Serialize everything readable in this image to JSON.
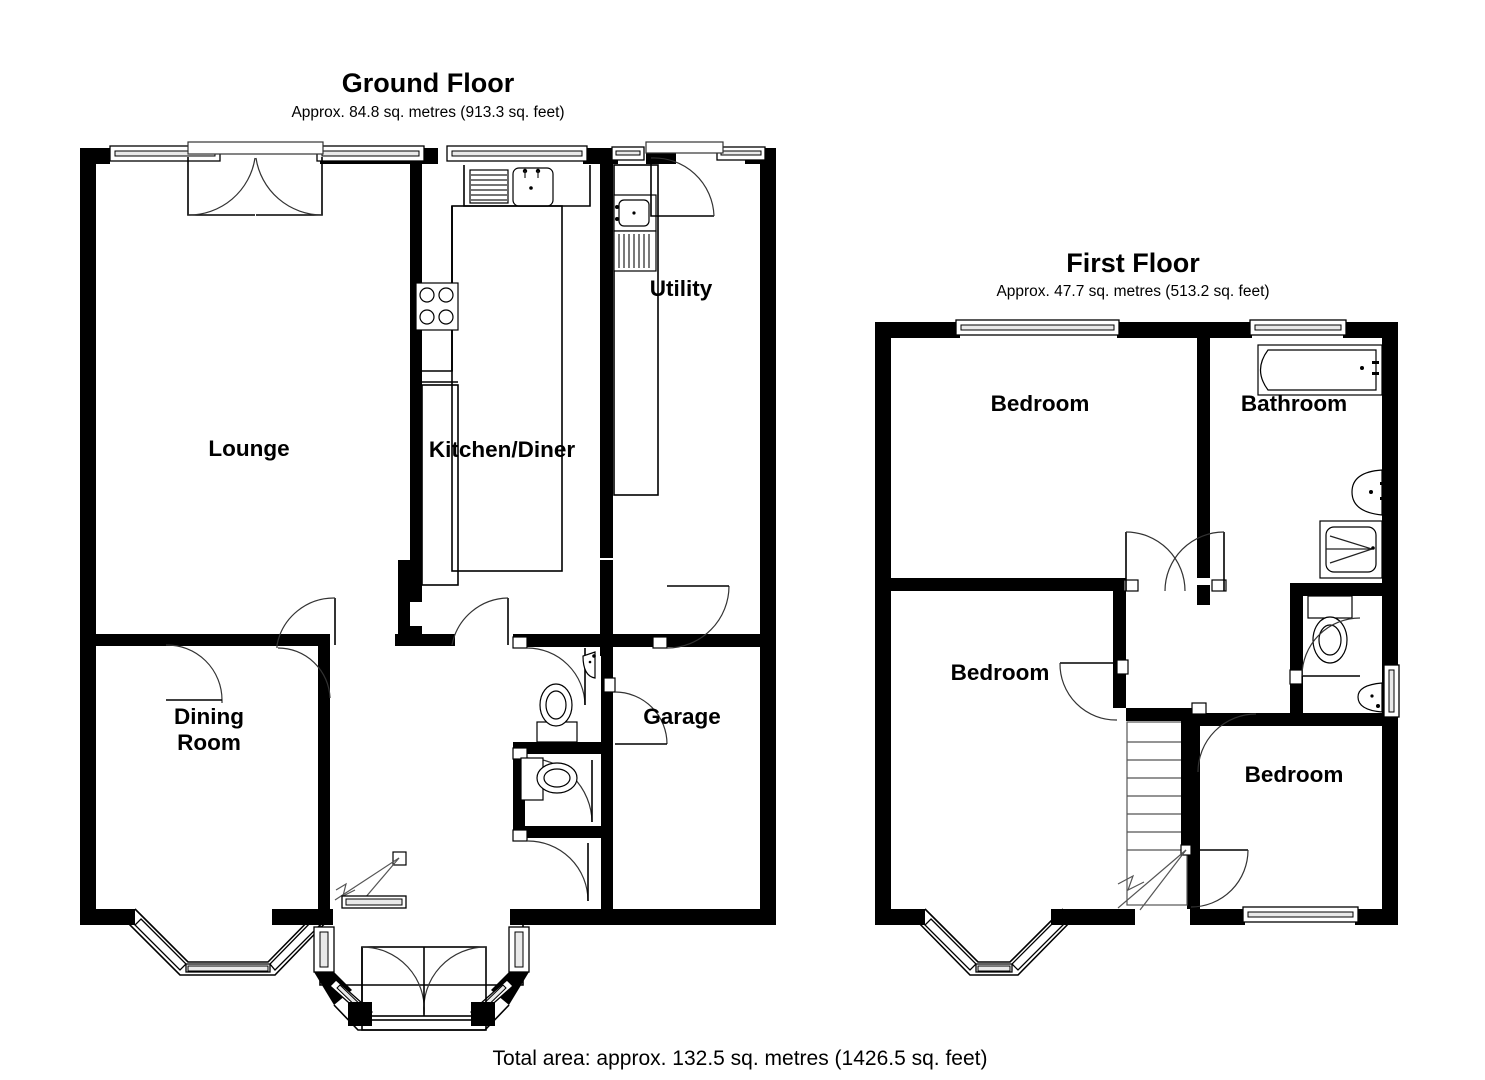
{
  "document": {
    "type": "floorplan",
    "background_color": "#ffffff",
    "wall_color": "#000000",
    "total_area_label": "Total area: approx. 132.5 sq. metres (1426.5 sq. feet)"
  },
  "floors": [
    {
      "id": "ground",
      "title": "Ground Floor",
      "subtitle": "Approx. 84.8 sq. metres (913.3 sq. feet)",
      "area_metric": "84.8 sq. metres",
      "area_imperial": "913.3 sq. feet",
      "rooms": [
        {
          "name": "Lounge",
          "label": "Lounge"
        },
        {
          "name": "Kitchen/Diner",
          "label": "Kitchen/Diner"
        },
        {
          "name": "Utility",
          "label": "Utility"
        },
        {
          "name": "Dining Room",
          "label_line1": "Dining",
          "label_line2": "Room"
        },
        {
          "name": "Garage",
          "label": "Garage"
        }
      ]
    },
    {
      "id": "first",
      "title": "First Floor",
      "subtitle": "Approx. 47.7 sq. metres (513.2 sq. feet)",
      "area_metric": "47.7 sq. metres",
      "area_imperial": "513.2 sq. feet",
      "rooms": [
        {
          "name": "Bedroom 1",
          "label": "Bedroom"
        },
        {
          "name": "Bathroom",
          "label": "Bathroom"
        },
        {
          "name": "Bedroom 2",
          "label": "Bedroom"
        },
        {
          "name": "Bedroom 3",
          "label": "Bedroom"
        }
      ]
    }
  ],
  "fixtures": {
    "ground": [
      "sink-with-drainer",
      "hob-four-burner",
      "worktop-run",
      "utility-sink",
      "wc-toilet",
      "wc-basin",
      "second-toilet",
      "bay-window",
      "french-doors",
      "entrance-doors"
    ],
    "first": [
      "bathtub",
      "wash-basin",
      "shower-tray",
      "toilet",
      "cloakroom-basin",
      "staircase",
      "bay-window"
    ]
  }
}
